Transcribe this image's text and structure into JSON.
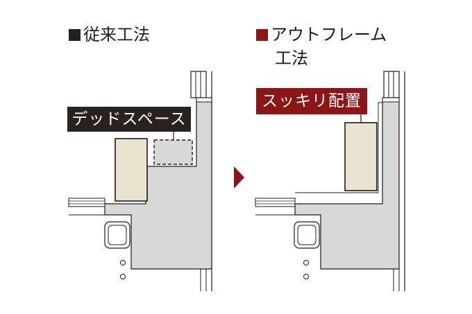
{
  "colors": {
    "wall_fill": "#d8d8d8",
    "line": "#231815",
    "cabinet_fill": "#e9e3d0",
    "dark_label_bg": "#2a2221",
    "accent_red": "#8c1515",
    "arrow": "#8c1515"
  },
  "left": {
    "title": "従来工法",
    "label": "デッドスペース"
  },
  "right": {
    "title_line1": "アウトフレーム",
    "title_line2": "工法",
    "label": "スッキリ配置"
  },
  "icons": {
    "arrow": "right-triangle-icon"
  }
}
